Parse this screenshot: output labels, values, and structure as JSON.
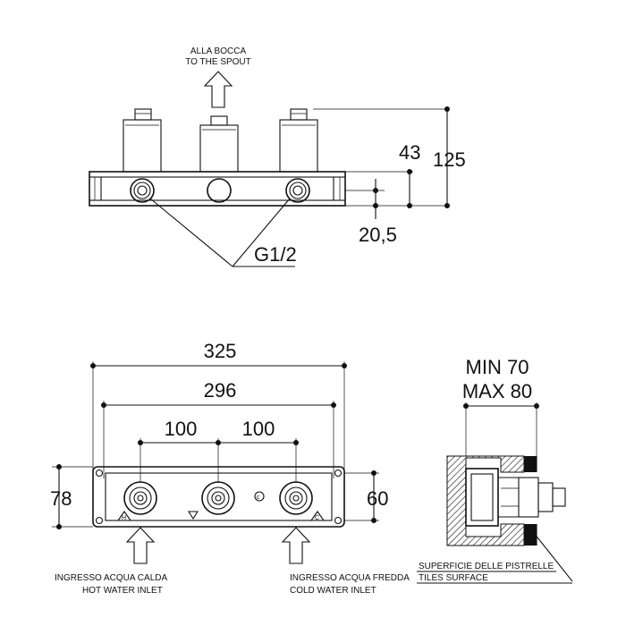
{
  "top_view": {
    "spout_label_it": "ALLA BOCCA",
    "spout_label_en": "TO THE SPOUT",
    "dim_43": "43",
    "dim_125": "125",
    "dim_20_5": "20,5",
    "thread_label": "G1/2"
  },
  "front_view": {
    "dim_325": "325",
    "dim_296": "296",
    "dim_100_left": "100",
    "dim_100_right": "100",
    "dim_78": "78",
    "dim_60": "60",
    "hot_inlet_it": "INGRESSO ACQUA CALDA",
    "hot_inlet_en": "HOT WATER INLET",
    "cold_inlet_it": "INGRESSO ACQUA FREDDA",
    "cold_inlet_en": "COLD WATER INLET",
    "hot_marker": "H",
    "cold_marker": "C"
  },
  "side_view": {
    "min_label": "MIN 70",
    "max_label": "MAX 80",
    "tiles_it": "SUPERFICIE DELLE PISTRELLE",
    "tiles_en": "TILES SURFACE"
  }
}
